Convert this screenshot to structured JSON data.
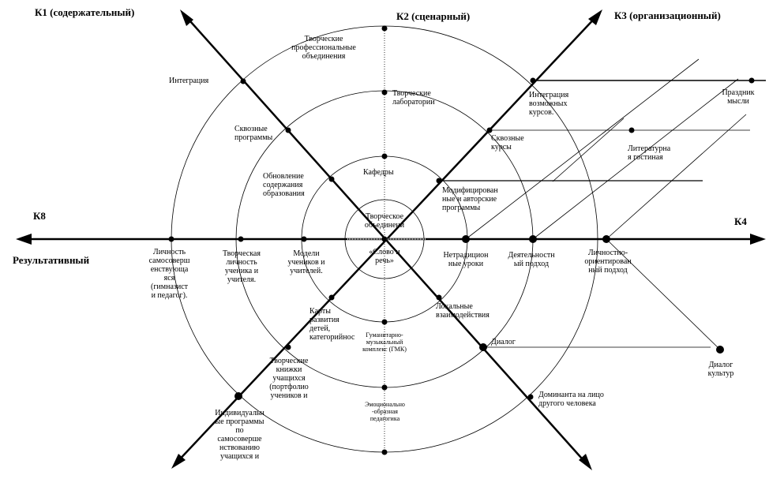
{
  "headings": {
    "k1": "К1 (содержательный)",
    "k2": "К2 (сценарный)",
    "k3": "К3 (организационный)",
    "k4": "К4",
    "k8": "К8",
    "result": "Результативный"
  },
  "center": {
    "top": "Творческое\nобъединени",
    "bottom": "«Слово и\nречь»"
  },
  "labels": {
    "tvorch_prof": "Творческие\nпрофессиональные\nобъединения",
    "integraciya": "Интеграция",
    "tvorch_lab": "Творческие\nлаборатории",
    "integr_kursov": "Интеграция\nвозможных\nкурсов.",
    "prazdnik": "Праздник\nмысли",
    "skvoznye_progr": "Сквозные\nпрограммы",
    "skvoznye_kursy": "Сквозные\nкурсы",
    "lit_gostinaya": "Литературна\nя гостиная",
    "kafedry": "Кафедры",
    "obnovlenie": "Обновление\nсодержания\nобразования",
    "modific": "Модифицирован\nные и авторские\nпрограммы",
    "lichnost": "Личность\nсамосоверш\nенствующа\nяся\n(гимназист\nи педагог).",
    "tvorch_lichn": "Творческая\nличность\nученика и\nучителя.",
    "modeli": "Модели\nучеников и\nучителей.",
    "netradic": "Нетрадицион\nные уроки",
    "deyatelnost": "Деятельностн\nый подход",
    "lichn_orient": "Личностно-\nориентирован\nный подход",
    "karty": "Карты\nразвития\nдетей,\nкатегорийнос",
    "lokalnye": "Локальные\nвзаимодействия",
    "gumanit": "Гуманитарно-\nмузыкальный\nкомплекс (ГМК)",
    "dialog": "Диалог",
    "dialog_kultur": "Диалог\nкультур",
    "tvorch_knizhki": "Творческие\nкнижки\nучащихся\n(портфолио\nучеников и",
    "dominanta": "Доминанта на лицо\nдругого человека",
    "emoc": "Эмоционально\n-образная\nпедагогика",
    "individ": "Индивидуальн\nые программы\nпо\nсамосоверше\nнствованию\nучащихся и"
  }
}
